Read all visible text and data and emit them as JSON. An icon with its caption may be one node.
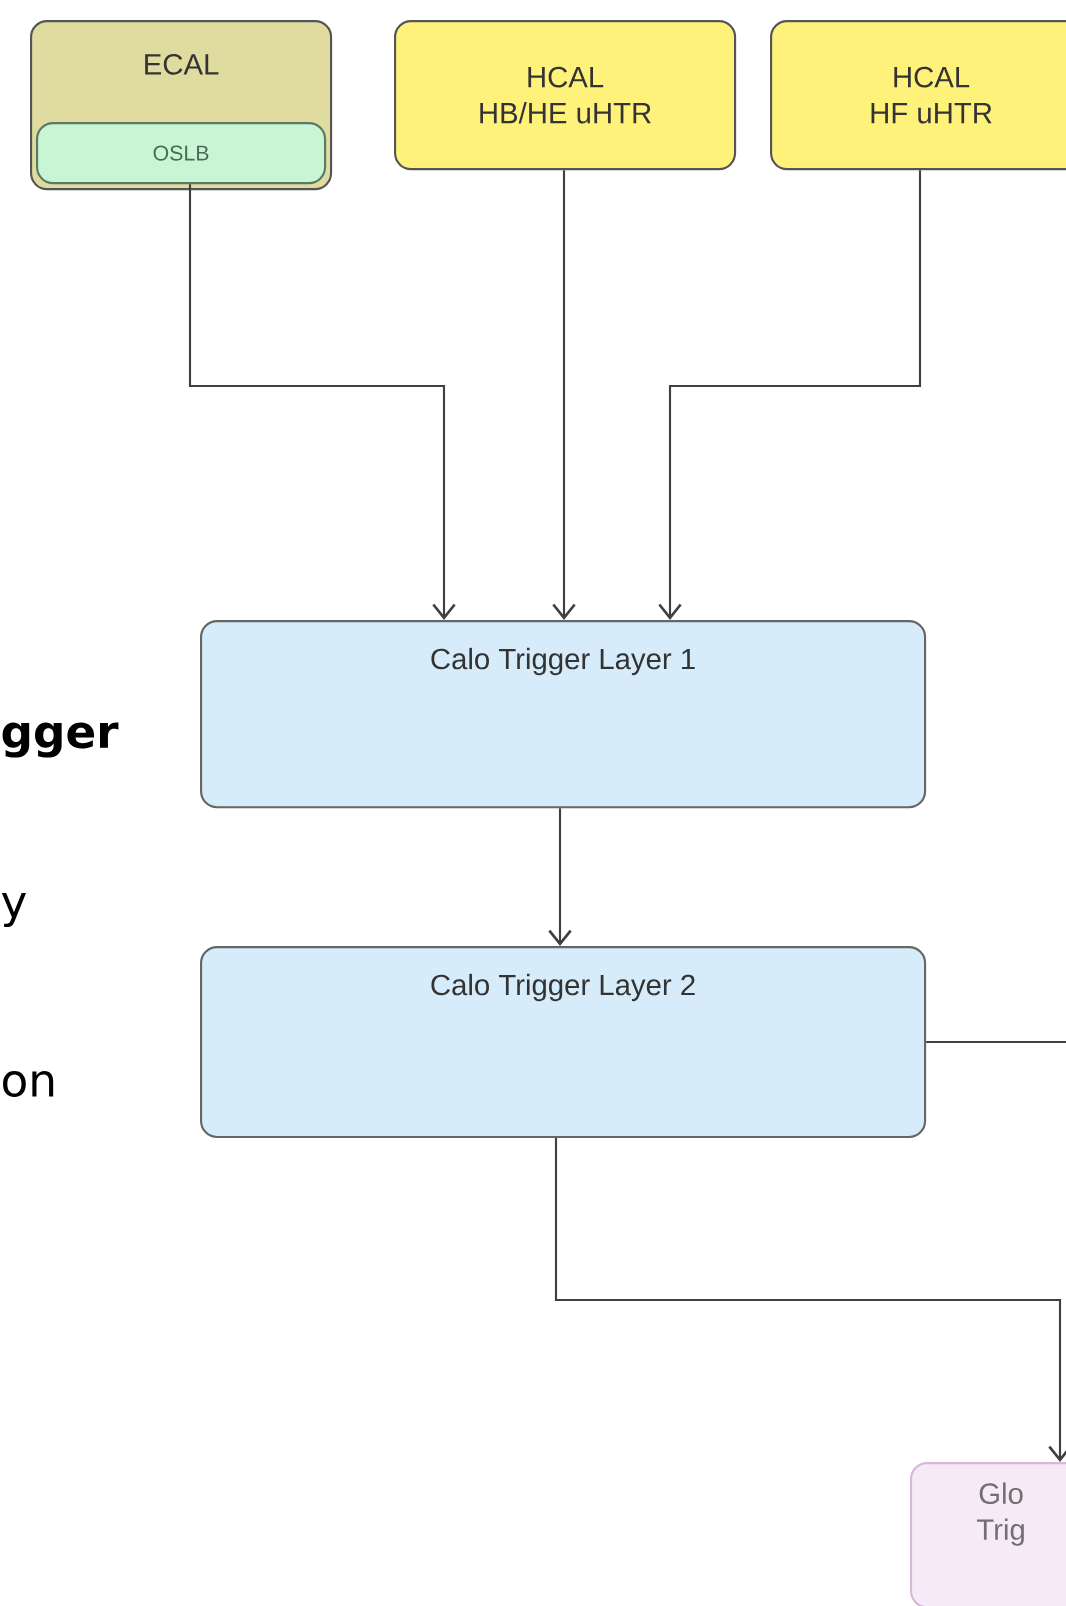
{
  "diagram": {
    "nodes": [
      {
        "text": [
          "ECAL"
        ]
      },
      {
        "text": [
          "OSLB"
        ],
        "in": 0
      },
      {
        "text": [
          "HCAL",
          "HB/HE uHTR"
        ]
      },
      {
        "text": [
          "HCAL",
          "HF uHTR"
        ]
      },
      {
        "text": [
          "Calo Trigger Layer 1"
        ]
      },
      {
        "text": [
          "Calo Trigger Layer 2"
        ]
      },
      {
        "text": [
          "Glo",
          "Trig"
        ]
      }
    ],
    "edges": [
      {
        "from": 1,
        "to": 4,
        "arrow": "to"
      },
      {
        "from": 2,
        "to": 4,
        "arrow": "to"
      },
      {
        "from": 3,
        "to": 4,
        "arrow": "to"
      },
      {
        "from": 4,
        "to": 5,
        "arrow": "to"
      },
      {
        "from": 5,
        "to": null,
        "arrow": "none"
      },
      {
        "from": 5,
        "to": 6,
        "arrow": "to"
      }
    ],
    "labels": [
      "gger",
      "y",
      "on"
    ]
  }
}
